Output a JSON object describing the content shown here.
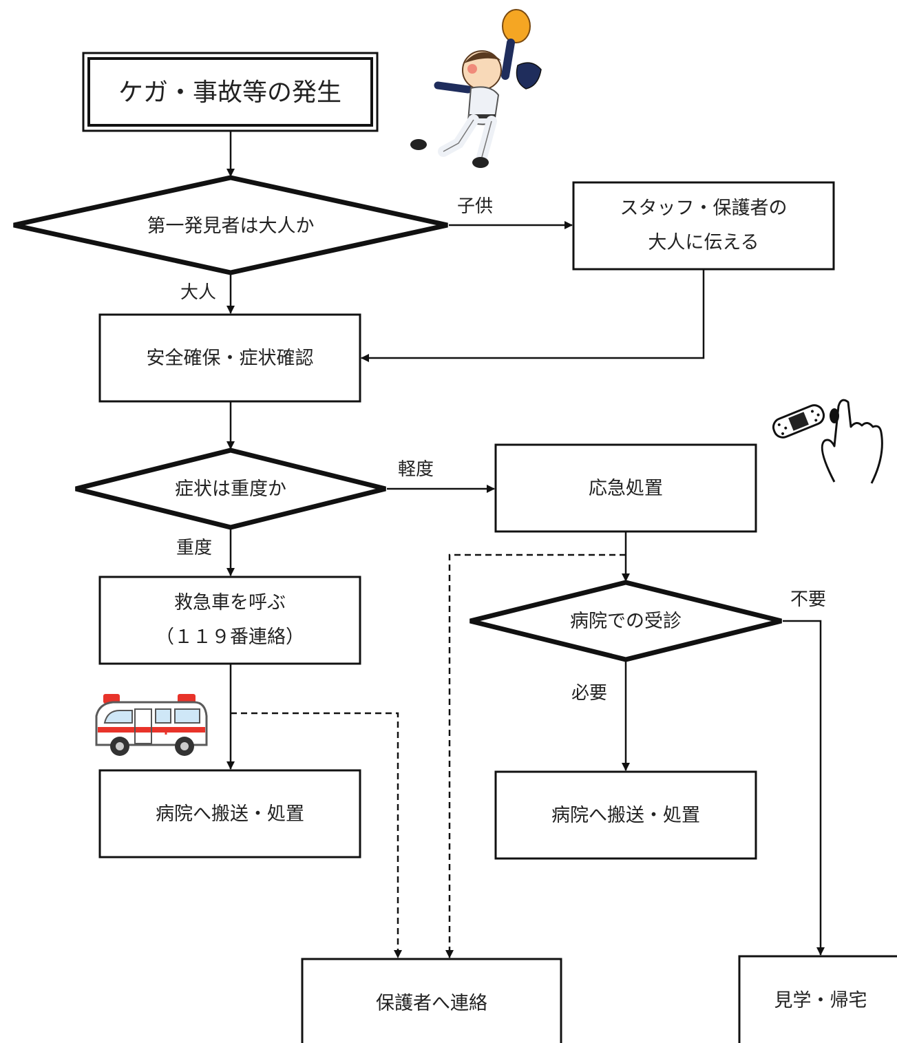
{
  "diagram": {
    "nodes": {
      "start": {
        "lines": [
          "ケガ・事故等の発生"
        ]
      },
      "q_adult": {
        "lines": [
          "第一発見者は大人か"
        ]
      },
      "tell_adult": {
        "lines": [
          "スタッフ・保護者の",
          "大人に伝える"
        ]
      },
      "safety": {
        "lines": [
          "安全確保・症状確認"
        ]
      },
      "q_severe": {
        "lines": [
          "症状は重度か"
        ]
      },
      "first_aid": {
        "lines": [
          "応急処置"
        ]
      },
      "ambulance": {
        "lines": [
          "救急車を呼ぶ",
          "（１１９番連絡）"
        ]
      },
      "q_hospital": {
        "lines": [
          "病院での受診"
        ]
      },
      "hospital_1": {
        "lines": [
          "病院へ搬送・処置"
        ]
      },
      "hospital_2": {
        "lines": [
          "病院へ搬送・処置"
        ]
      },
      "contact_parent": {
        "lines": [
          "保護者へ連絡"
        ]
      },
      "go_home": {
        "lines": [
          "見学・帰宅"
        ]
      }
    },
    "edge_labels": {
      "child": "子供",
      "adult": "大人",
      "mild": "軽度",
      "severe": "重度",
      "not_needed": "不要",
      "needed": "必要"
    },
    "illustrations": {
      "player": "baseball-player-illustration",
      "bandage": "bandage-hand-illustration",
      "ambulance": "ambulance-illustration"
    },
    "colors": {
      "line": "#111111",
      "ambulance_red": "#e8332a",
      "glove": "#f5a623",
      "uniform_navy": "#1f2d5c"
    }
  }
}
